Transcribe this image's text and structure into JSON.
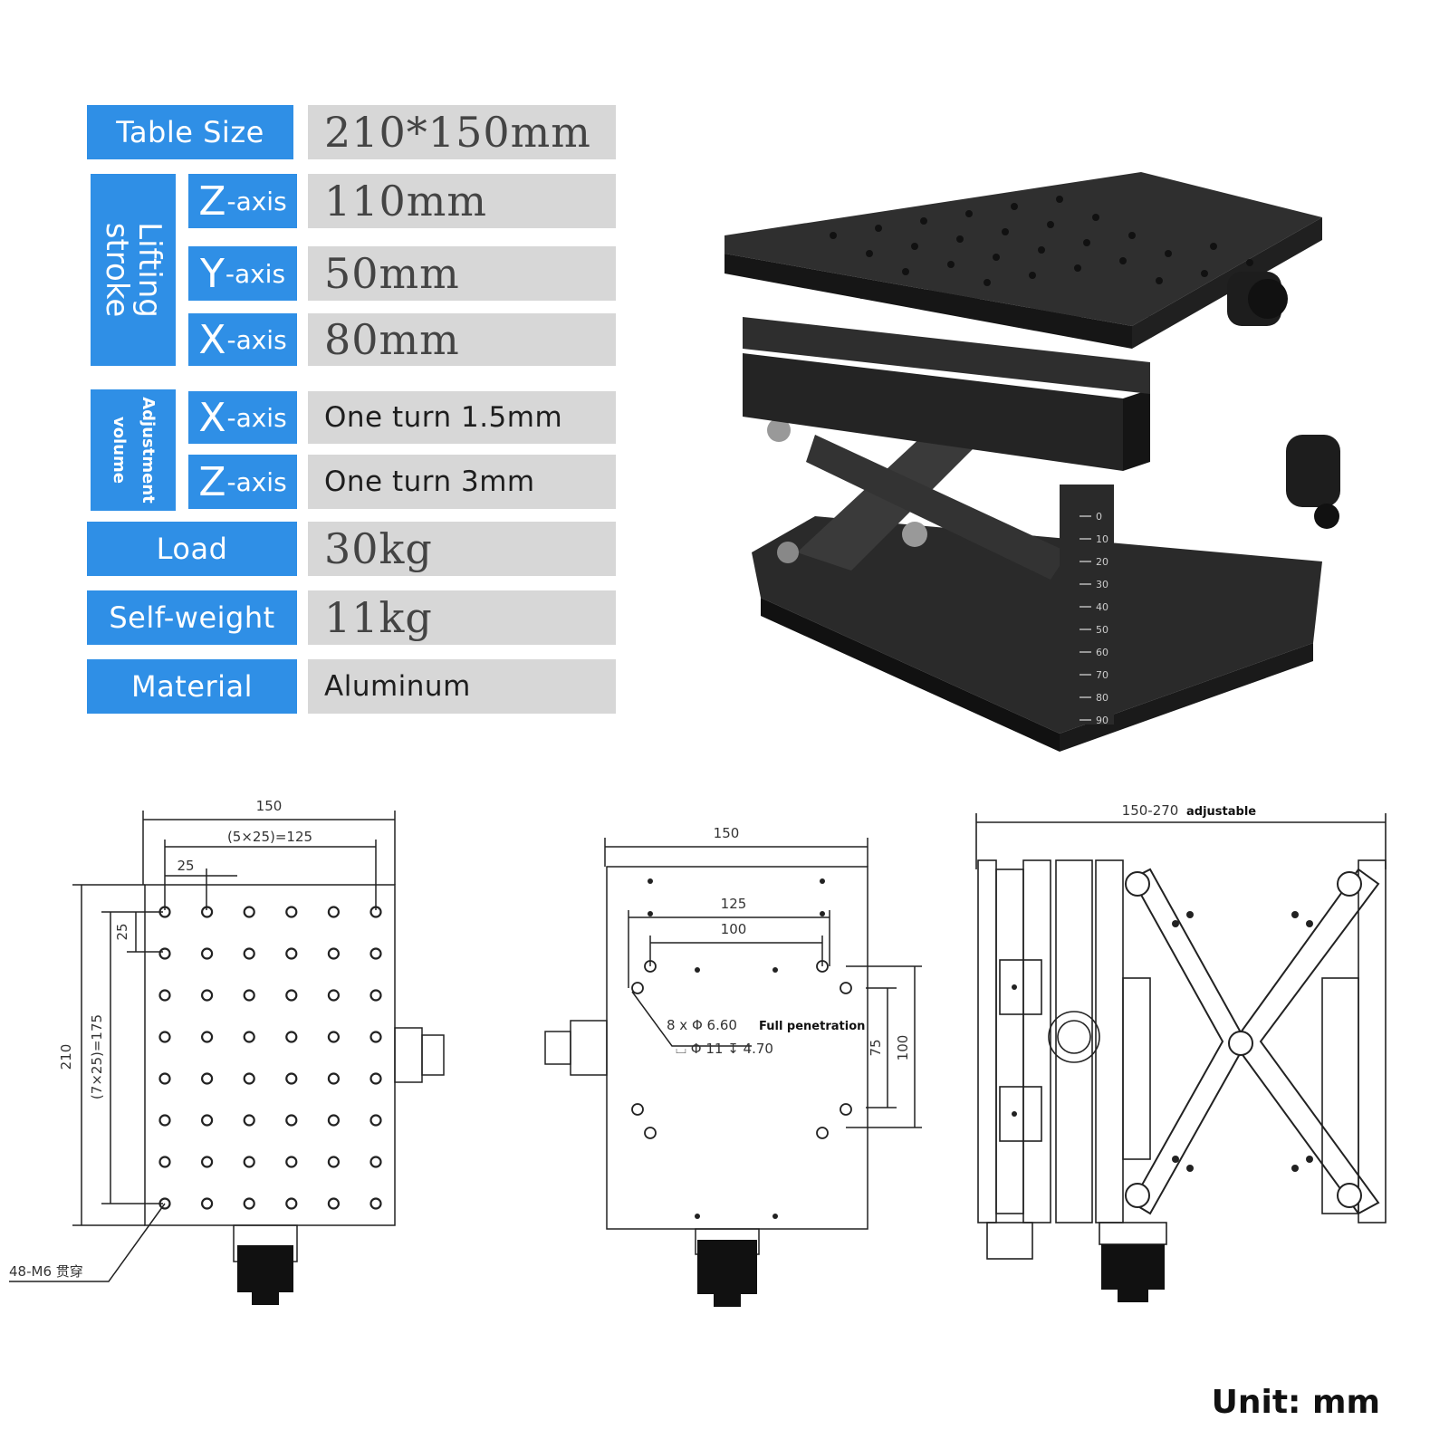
{
  "specs": {
    "table_size": {
      "label": "Table Size",
      "value": "210*150mm"
    },
    "lifting_stroke": {
      "label_line1": "Lifting",
      "label_line2": "stroke",
      "rows": [
        {
          "axis": "Z",
          "suffix": "-axis",
          "value": "110mm"
        },
        {
          "axis": "Y",
          "suffix": "-axis",
          "value": "50mm"
        },
        {
          "axis": "X",
          "suffix": "-axis",
          "value": "80mm"
        }
      ]
    },
    "adjustment_volume": {
      "label_line1": "Adjustment",
      "label_line2": "volume",
      "rows": [
        {
          "axis": "X",
          "suffix": "-axis",
          "value": "One turn 1.5mm"
        },
        {
          "axis": "Z",
          "suffix": "-axis",
          "value": "One turn 3mm"
        }
      ]
    },
    "load": {
      "label": "Load",
      "value": "30kg"
    },
    "self_weight": {
      "label": "Self-weight",
      "value": "11kg"
    },
    "material": {
      "label": "Material",
      "value": "Aluminum"
    }
  },
  "colors": {
    "label_bg": "#2f8fe6",
    "value_bg": "#d7d7d7",
    "product": "#1c1c1c"
  },
  "scale_ticks": [
    "0",
    "10",
    "20",
    "30",
    "40",
    "50",
    "60",
    "70",
    "80",
    "90"
  ],
  "drawing_top": {
    "width": "150",
    "hole_pitch_total": "(5×25)=125",
    "pitch": "25",
    "height": "210",
    "pitch_vertical": "25",
    "hole_pitch_total_v": "(7×25)=175",
    "hole_note": "48-M6 贯穿"
  },
  "drawing_bottom": {
    "width": "150",
    "span_125": "125",
    "span_100": "100",
    "hole_callout": "8 x Φ 6.60",
    "full_penetration": "Full penetration",
    "counterbore": "⌴ Φ 11 ↧ 4.70",
    "span_75": "75",
    "span_100v": "100"
  },
  "drawing_side": {
    "width": "150-270",
    "adjustable": "adjustable"
  },
  "unit": "Unit: mm"
}
